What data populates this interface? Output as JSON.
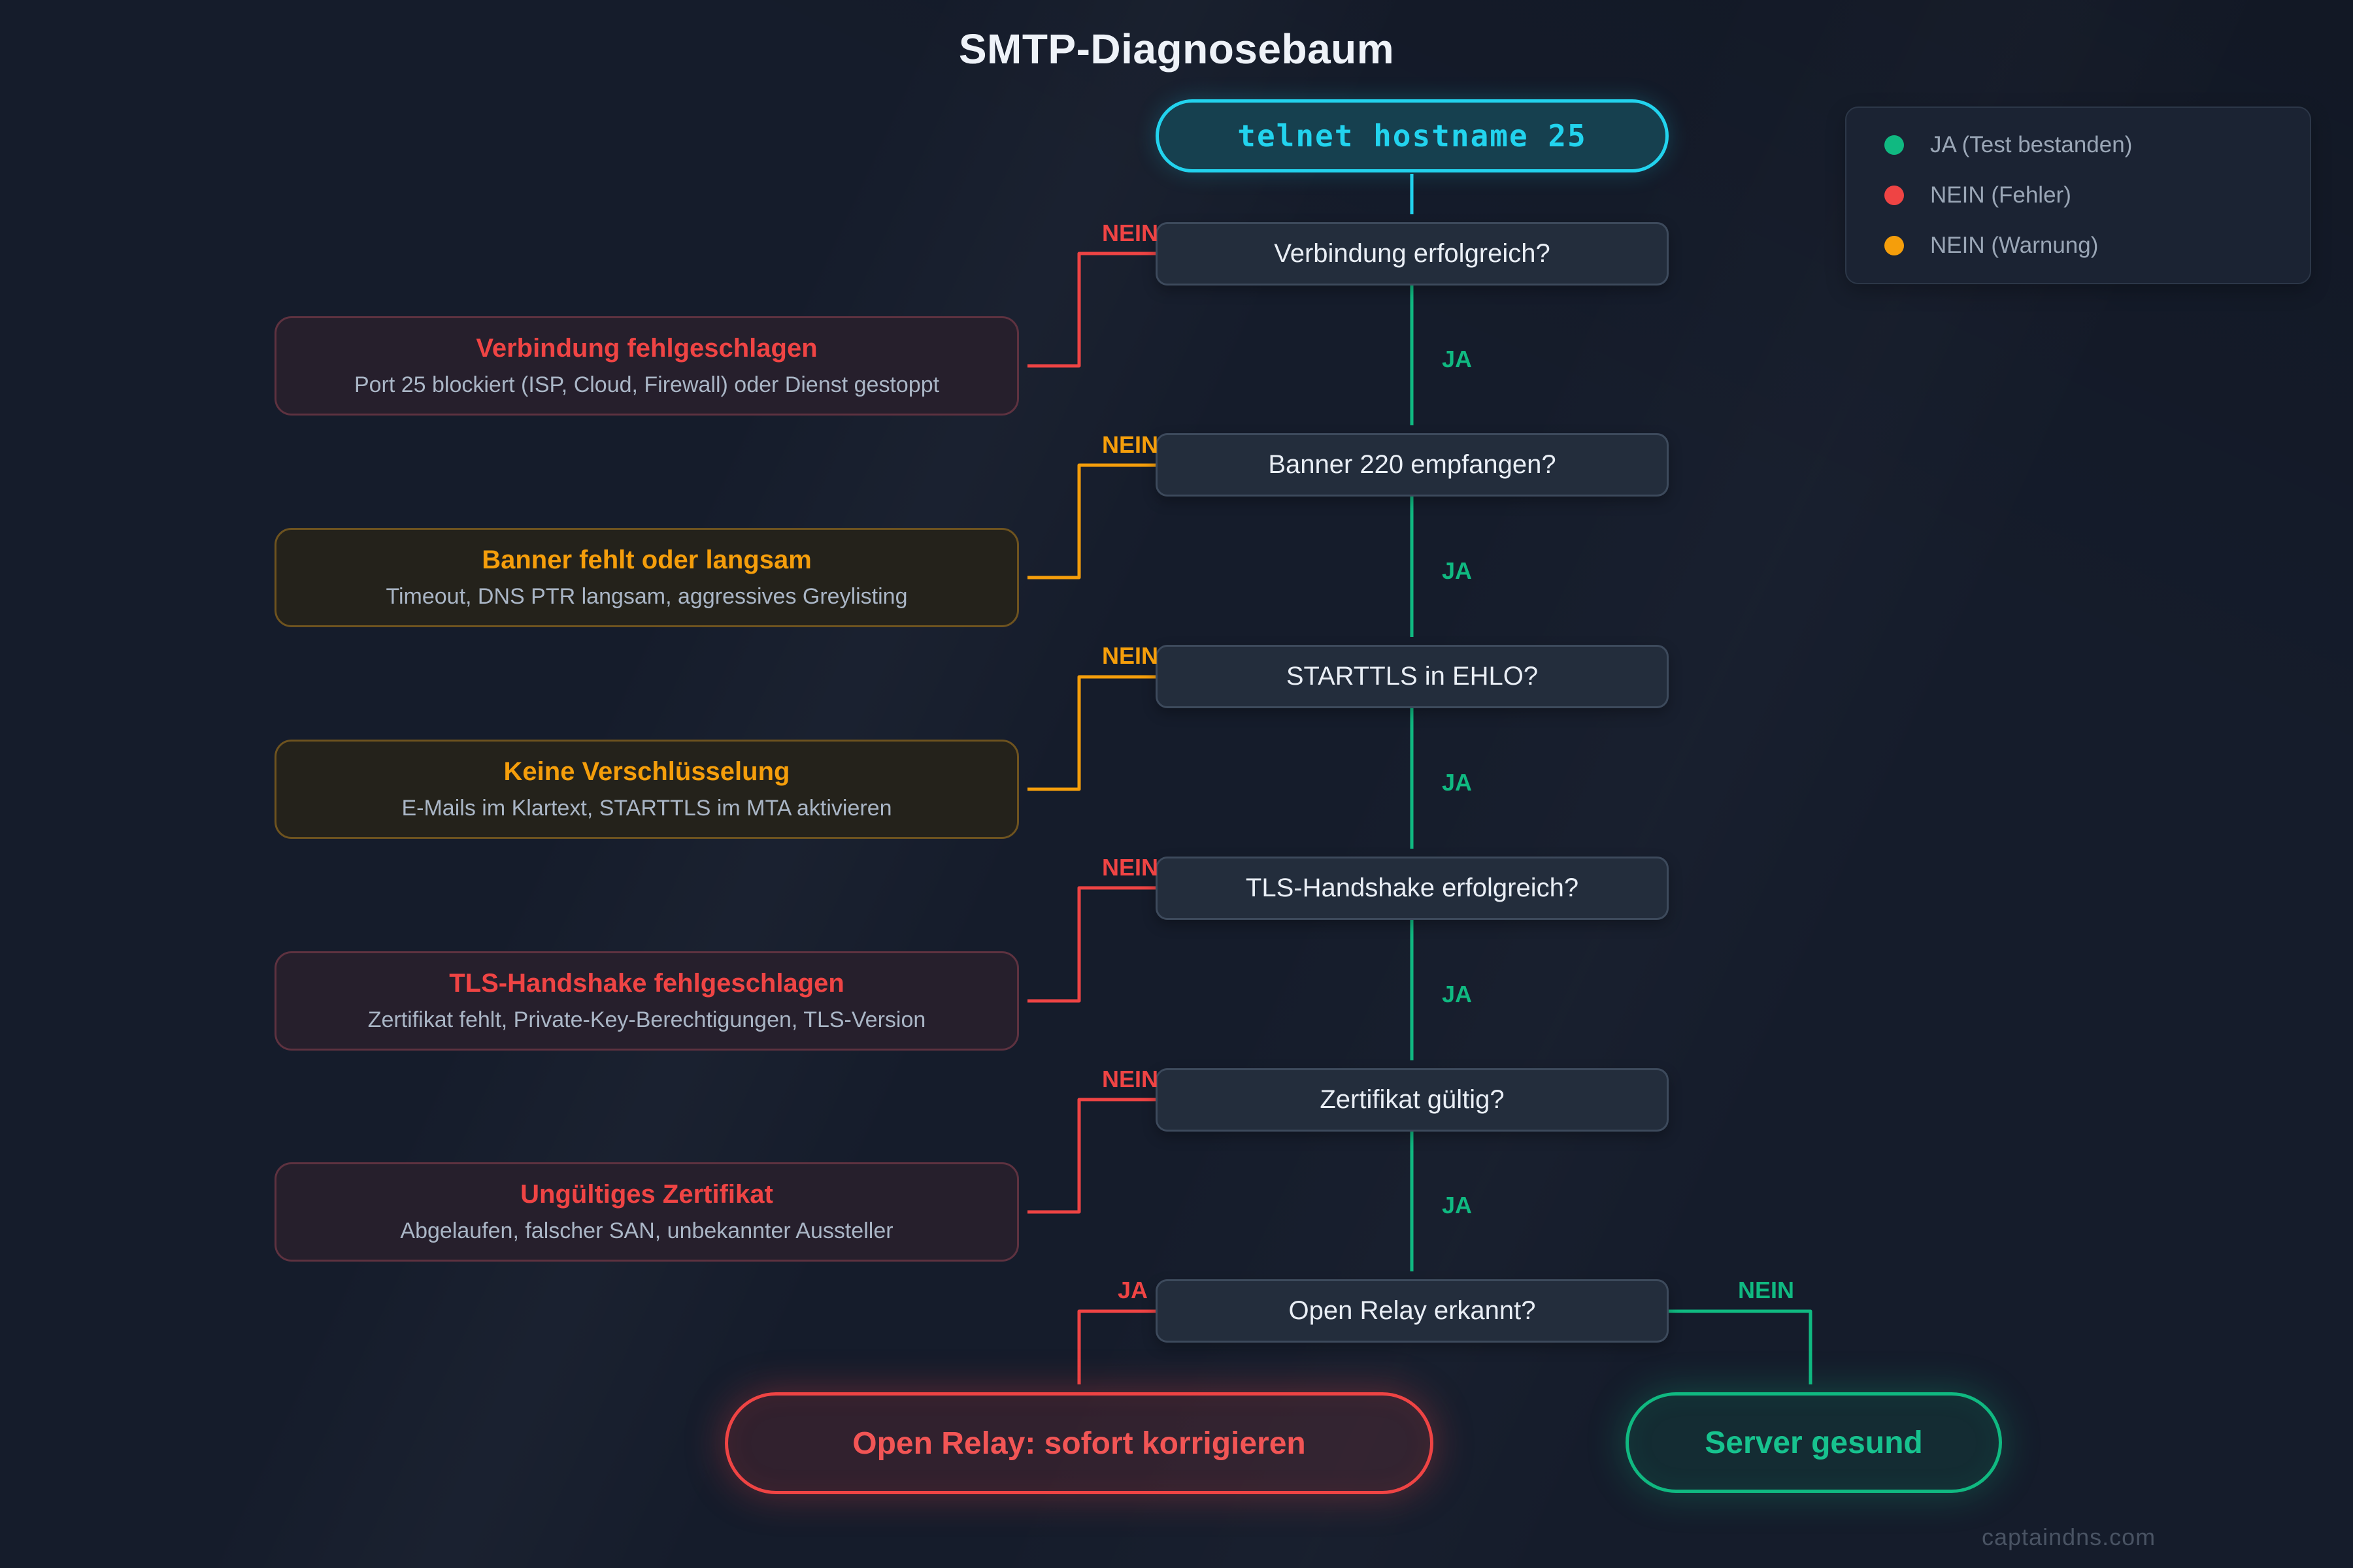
{
  "title": "SMTP-Diagnosebaum",
  "start": {
    "command": "telnet hostname 25"
  },
  "decisions": [
    {
      "question": "Verbindung erfolgreich?",
      "yes_label": "JA",
      "no_label": "NEIN",
      "no_type": "error"
    },
    {
      "question": "Banner 220 empfangen?",
      "yes_label": "JA",
      "no_label": "NEIN",
      "no_type": "warning"
    },
    {
      "question": "STARTTLS in EHLO?",
      "yes_label": "JA",
      "no_label": "NEIN",
      "no_type": "warning"
    },
    {
      "question": "TLS-Handshake erfolgreich?",
      "yes_label": "JA",
      "no_label": "NEIN",
      "no_type": "error"
    },
    {
      "question": "Zertifikat gültig?",
      "yes_label": "JA",
      "no_label": "NEIN",
      "no_type": "error"
    },
    {
      "question": "Open Relay erkannt?",
      "yes_label": "JA",
      "no_label": "NEIN",
      "no_type": "outcome"
    }
  ],
  "failures": [
    {
      "title": "Verbindung fehlgeschlagen",
      "subtitle": "Port 25 blockiert (ISP, Cloud, Firewall) oder Dienst gestoppt",
      "severity": "error"
    },
    {
      "title": "Banner fehlt oder langsam",
      "subtitle": "Timeout, DNS PTR langsam, aggressives Greylisting",
      "severity": "warning"
    },
    {
      "title": "Keine Verschlüsselung",
      "subtitle": "E-Mails im Klartext, STARTTLS im MTA aktivieren",
      "severity": "warning"
    },
    {
      "title": "TLS-Handshake fehlgeschlagen",
      "subtitle": "Zertifikat fehlt, Private-Key-Berechtigungen, TLS-Version",
      "severity": "error"
    },
    {
      "title": "Ungültiges Zertifikat",
      "subtitle": "Abgelaufen, falscher SAN, unbekannter Aussteller",
      "severity": "error"
    }
  ],
  "outcomes": {
    "bad": {
      "label": "Open Relay: sofort korrigieren"
    },
    "good": {
      "label": "Server gesund"
    }
  },
  "legend": {
    "items": [
      {
        "label": "JA (Test bestanden)",
        "status": "pass"
      },
      {
        "label": "NEIN (Fehler)",
        "status": "error"
      },
      {
        "label": "NEIN (Warnung)",
        "status": "warning"
      }
    ]
  },
  "watermark": "captaindns.com",
  "colors": {
    "bg": "#151c2b",
    "cyan": "#22d3ee",
    "green": "#10b981",
    "red": "#ef4444",
    "orange": "#f59e0b"
  }
}
